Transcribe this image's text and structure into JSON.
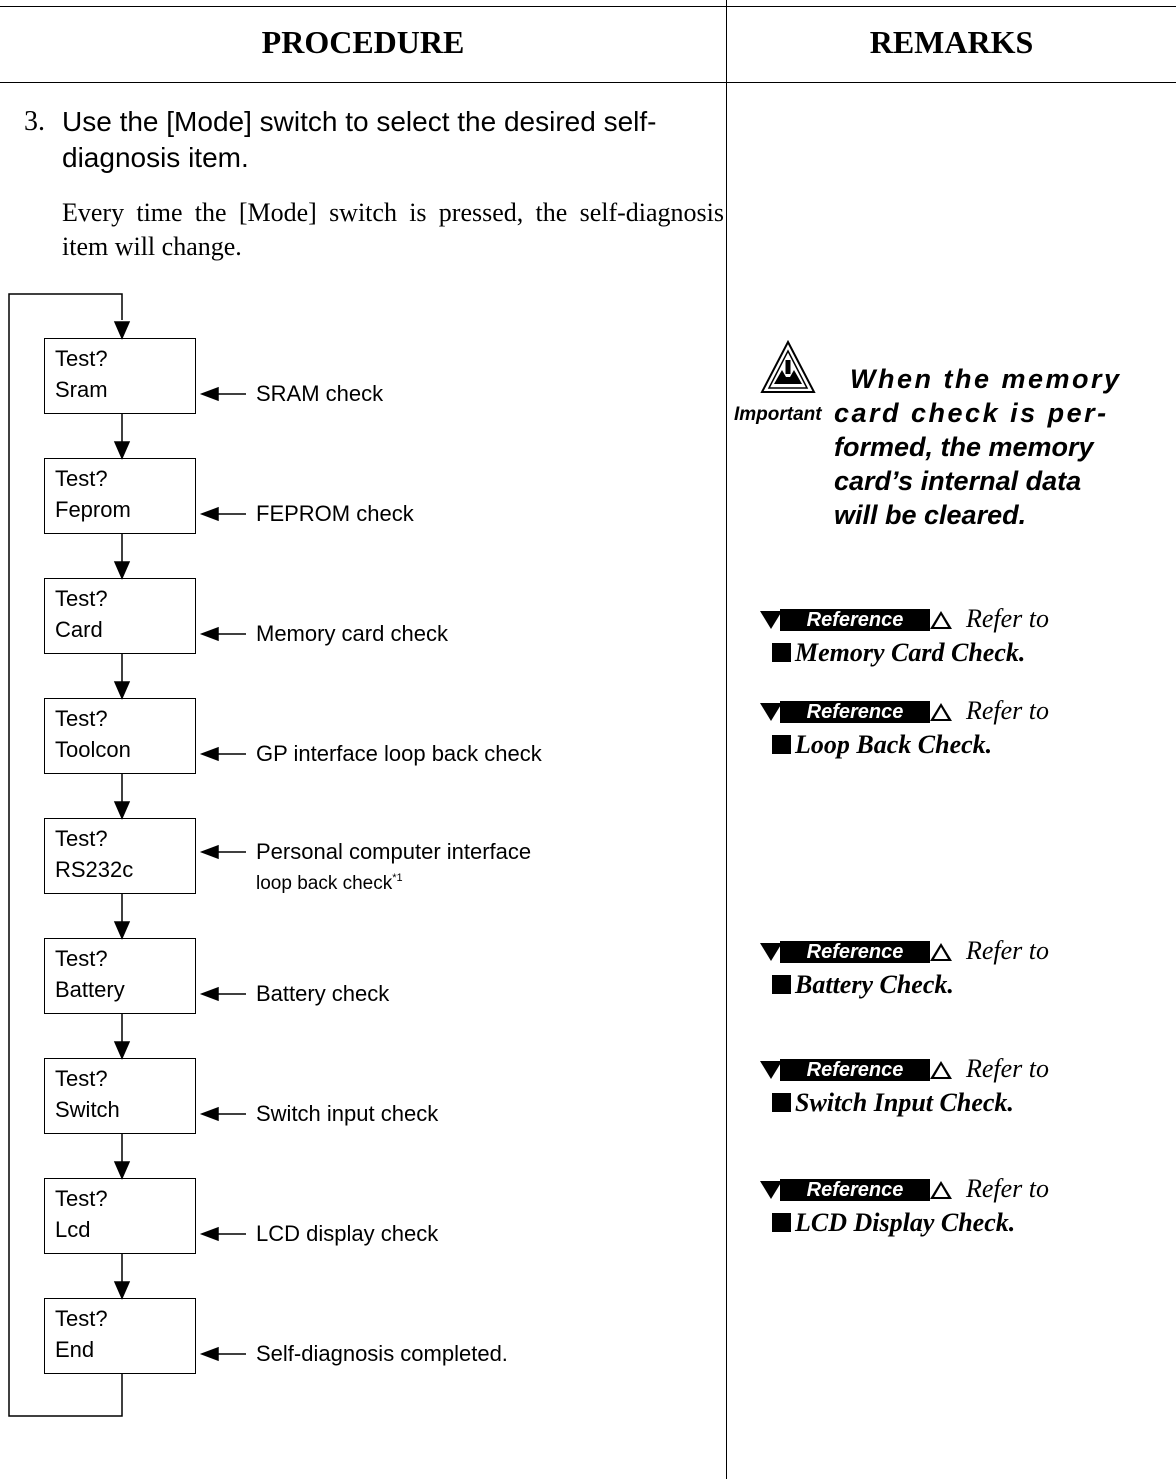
{
  "header": {
    "procedure": "PROCEDURE",
    "remarks": "REMARKS"
  },
  "step": {
    "number": "3.",
    "title_line1": "Use the [Mode] switch to select the desired self-",
    "title_line2": "diagnosis item.",
    "description": "Every time the [Mode] switch is pressed, the self-diagnosis item will change."
  },
  "flow": [
    {
      "line1": "Test?",
      "line2": "Sram",
      "desc": "SRAM check"
    },
    {
      "line1": "Test?",
      "line2": "Feprom",
      "desc": "FEPROM check"
    },
    {
      "line1": "Test?",
      "line2": "Card",
      "desc": "Memory card check"
    },
    {
      "line1": "Test?",
      "line2": "Toolcon",
      "desc": "GP interface loop back check"
    },
    {
      "line1": "Test?",
      "line2": "RS232c",
      "desc": "Personal computer interface",
      "desc2": "loop back check",
      "footnote": "*1"
    },
    {
      "line1": "Test?",
      "line2": "Battery",
      "desc": "Battery check"
    },
    {
      "line1": "Test?",
      "line2": "Switch",
      "desc": "Switch input check"
    },
    {
      "line1": "Test?",
      "line2": "Lcd",
      "desc": "LCD display check"
    },
    {
      "line1": "Test?",
      "line2": "End",
      "desc": "Self-diagnosis completed."
    }
  ],
  "important": {
    "label": "Important",
    "line1": "When the memory",
    "line2": "card check is per-",
    "line3": "formed, the memory",
    "line4": "card’s internal data",
    "line5": "will be cleared."
  },
  "references": [
    {
      "badge": "Reference",
      "refer": "Refer to",
      "target": "Memory Card Check."
    },
    {
      "badge": "Reference",
      "refer": "Refer to",
      "target": "Loop Back Check."
    },
    {
      "badge": "Reference",
      "refer": "Refer to",
      "target": "Battery Check."
    },
    {
      "badge": "Reference",
      "refer": "Refer to",
      "target": "Switch Input Check."
    },
    {
      "badge": "Reference",
      "refer": "Refer to",
      "target": "LCD Display Check."
    }
  ]
}
